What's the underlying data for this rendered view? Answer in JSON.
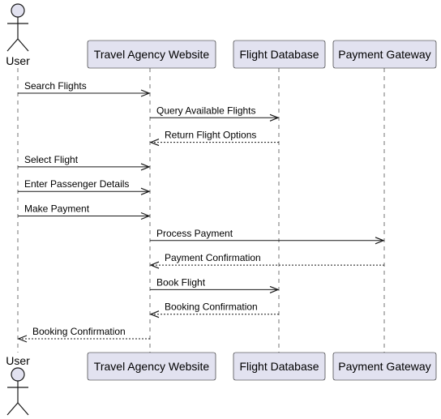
{
  "colors": {
    "participant_fill": "#E2E2F0",
    "participant_border": "#181818",
    "lifeline": "#181818",
    "arrow": "#181818",
    "text": "#000000"
  },
  "participants": [
    {
      "id": "user",
      "kind": "actor",
      "label": "User"
    },
    {
      "id": "web",
      "kind": "participant",
      "label": "Travel Agency Website"
    },
    {
      "id": "db",
      "kind": "participant",
      "label": "Flight Database"
    },
    {
      "id": "pay",
      "kind": "participant",
      "label": "Payment Gateway"
    }
  ],
  "messages": [
    {
      "from": "user",
      "to": "web",
      "label": "Search Flights",
      "style": "solid"
    },
    {
      "from": "web",
      "to": "db",
      "label": "Query Available Flights",
      "style": "solid"
    },
    {
      "from": "db",
      "to": "web",
      "label": "Return Flight Options",
      "style": "dashed"
    },
    {
      "from": "user",
      "to": "web",
      "label": "Select Flight",
      "style": "solid"
    },
    {
      "from": "user",
      "to": "web",
      "label": "Enter Passenger Details",
      "style": "solid"
    },
    {
      "from": "user",
      "to": "web",
      "label": "Make Payment",
      "style": "solid"
    },
    {
      "from": "web",
      "to": "pay",
      "label": "Process Payment",
      "style": "solid"
    },
    {
      "from": "pay",
      "to": "web",
      "label": "Payment Confirmation",
      "style": "dashed"
    },
    {
      "from": "web",
      "to": "db",
      "label": "Book Flight",
      "style": "solid"
    },
    {
      "from": "db",
      "to": "web",
      "label": "Booking Confirmation",
      "style": "dashed"
    },
    {
      "from": "web",
      "to": "user",
      "label": "Booking Confirmation",
      "style": "dashed"
    }
  ]
}
